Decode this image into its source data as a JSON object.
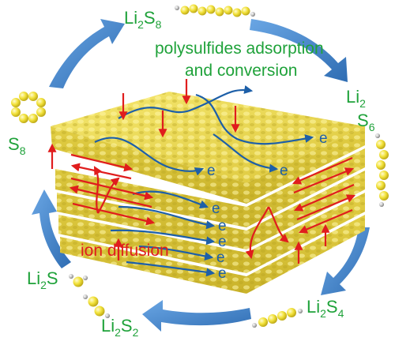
{
  "species": {
    "li2s8": {
      "main": "Li",
      "sub": "2",
      "main2": "S",
      "sub2": "8"
    },
    "li2s6": {
      "main": "Li",
      "sub": "2",
      "main2": "S",
      "sub2": "6"
    },
    "li2s4": {
      "main": "Li",
      "sub": "2",
      "main2": "S",
      "sub2": "4"
    },
    "li2s2": {
      "main": "Li",
      "sub": "2",
      "main2": "S",
      "sub2": "2"
    },
    "li2s": {
      "main": "Li",
      "sub": "2",
      "main2": "S"
    },
    "s8": {
      "main": "S",
      "sub": "8"
    }
  },
  "labels": {
    "polysulfides_line1": "polysulfides adsorption",
    "polysulfides_line2": "and conversion",
    "ion_diffusion_line1": "ion diffusion"
  },
  "electron_symbol": "e",
  "colors": {
    "cycle_arrow": "#3d7dc4",
    "sulfur_atom": "#f2e23a",
    "lithium_atom": "#cfcfcf",
    "slab": "#ecd94e",
    "ion_arrow": "#e01d1d",
    "electron_path": "#1d5fa8",
    "label_green": "#1fa23a"
  }
}
